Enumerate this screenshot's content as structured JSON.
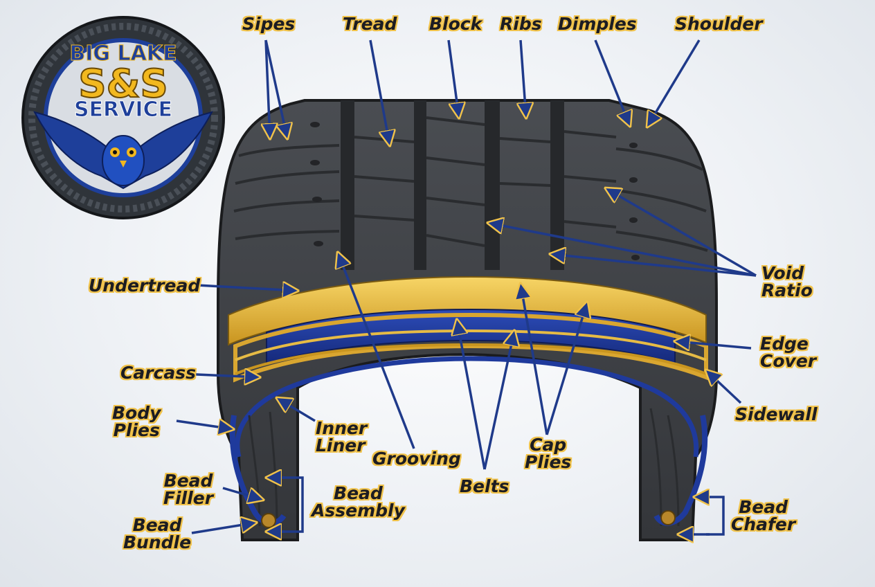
{
  "logo": {
    "line1": "BIG LAKE",
    "line2": "S&S",
    "line3": "SERVICE",
    "colors": {
      "navy": "#1e3f9a",
      "gold": "#f2b81f",
      "ring": "#2f343a"
    }
  },
  "colors": {
    "rubber": "#3f4246",
    "rubber_dark": "#2b2d30",
    "ply_gold": "#e8b73a",
    "belt_blue": "#1f3a9c",
    "leader": "#1f3a8a",
    "label_outline": "#f0c24a"
  },
  "labels": {
    "sipes": "Sipes",
    "tread": "Tread",
    "block": "Block",
    "ribs": "Ribs",
    "dimples": "Dimples",
    "shoulder": "Shoulder",
    "void_ratio": [
      "Void",
      "Ratio"
    ],
    "undertread": "Undertread",
    "edge_cover": [
      "Edge",
      "Cover"
    ],
    "carcass": "Carcass",
    "sidewall": "Sidewall",
    "body_plies": [
      "Body",
      "Plies"
    ],
    "inner_liner": [
      "Inner",
      "Liner"
    ],
    "grooving": "Grooving",
    "cap_plies": [
      "Cap",
      "Plies"
    ],
    "belts": "Belts",
    "bead_filler": [
      "Bead",
      "Filler"
    ],
    "bead_assembly": [
      "Bead",
      "Assembly"
    ],
    "bead_bundle": [
      "Bead",
      "Bundle"
    ],
    "bead_chafer": [
      "Bead",
      "Chafer"
    ]
  }
}
